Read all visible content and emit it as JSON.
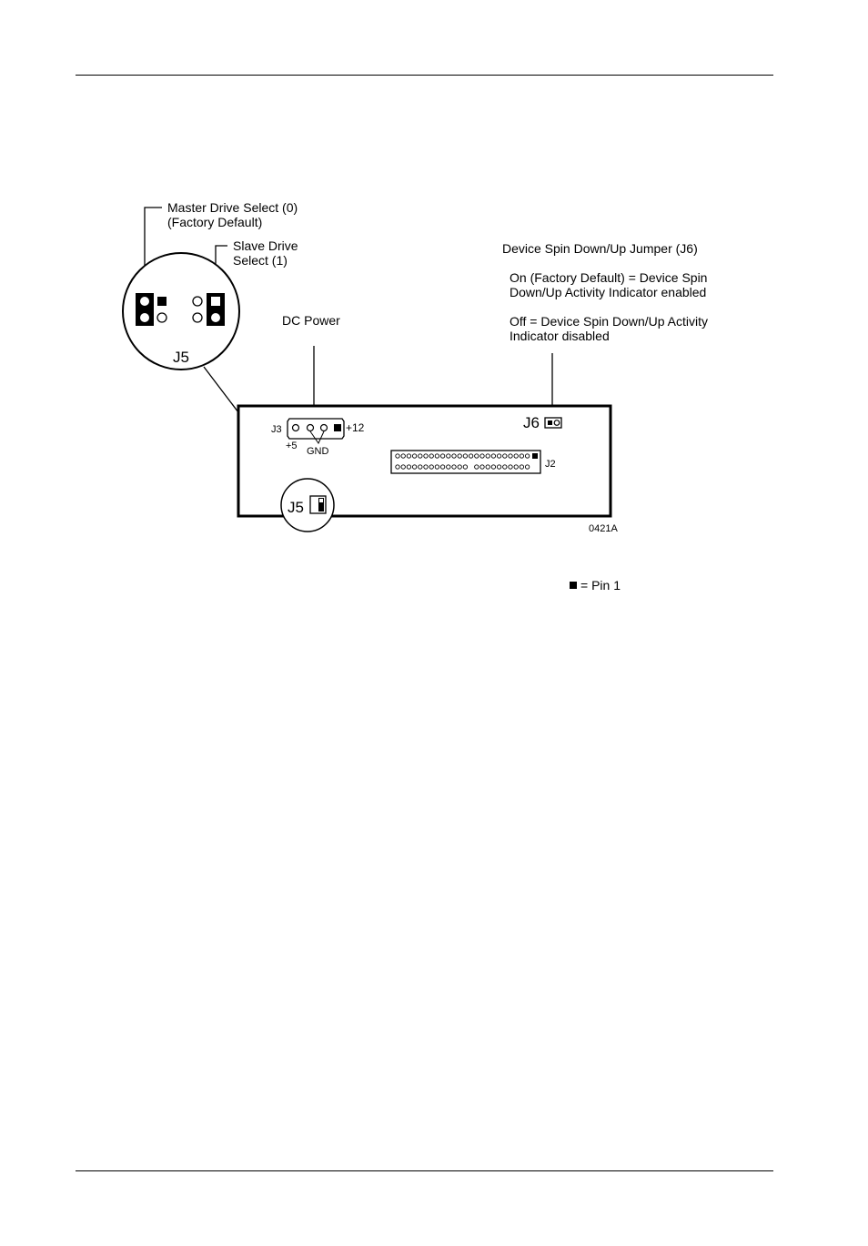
{
  "labels": {
    "master_line1": "Master Drive Select (0)",
    "master_line2": "(Factory Default)",
    "slave_line1": "Slave Drive",
    "slave_line2": "Select (1)",
    "j5_zoom": "J5",
    "j5_board": "J5",
    "dc_power": "DC Power",
    "spin_title": "Device Spin Down/Up Jumper (J6)",
    "spin_on_line1": "On (Factory Default) = Device Spin",
    "spin_on_line2": "Down/Up Activity Indicator enabled",
    "spin_off_line1": "Off = Device Spin Down/Up Activity",
    "spin_off_line2": "Indicator disabled",
    "j3": "J3",
    "plus12": "+12",
    "plus5": "+5",
    "gnd": "GND",
    "j6": "J6",
    "j2": "J2",
    "figure_code": "0421A",
    "pin1_legend": "= Pin 1"
  }
}
